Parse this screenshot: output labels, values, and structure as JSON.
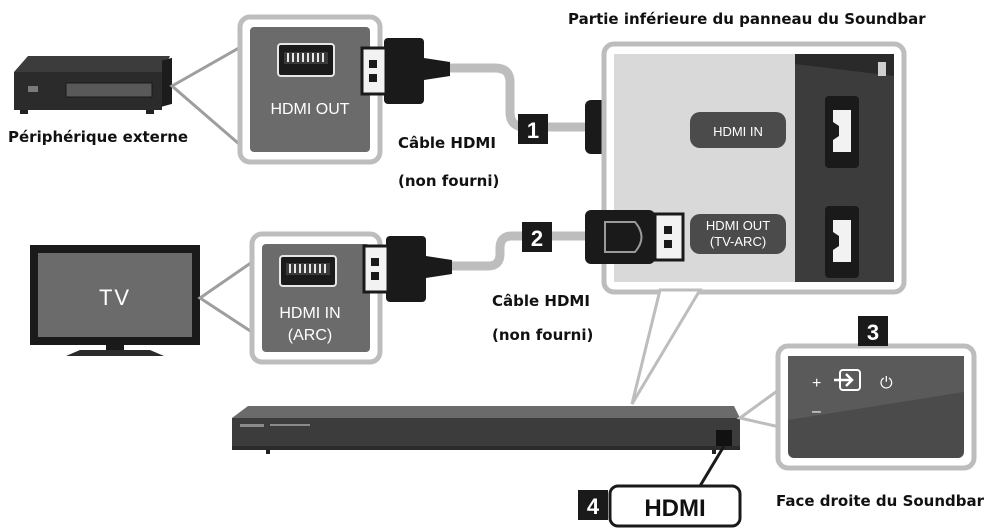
{
  "labels": {
    "panel_title": "Partie inférieure du panneau du Soundbar",
    "external_device": "Périphérique externe",
    "cable1_line1": "Câble HDMI",
    "cable1_line2": "(non fourni)",
    "cable2_line1": "Câble HDMI",
    "cable2_line2": "(non fourni)",
    "right_side": "Face droite du Soundbar"
  },
  "device_ports": {
    "external_out": "HDMI OUT",
    "tv_in_line1": "HDMI IN",
    "tv_in_line2": "(ARC)"
  },
  "tv": {
    "label": "TV"
  },
  "soundbar_panel": {
    "hdmi_in": "HDMI IN",
    "hdmi_out_line1": "HDMI OUT",
    "hdmi_out_line2": "(TV-ARC)"
  },
  "steps": {
    "one": "1",
    "two": "2",
    "three": "3",
    "four": "4"
  },
  "side_panel": {
    "plus": "+",
    "minus": "–",
    "power": "⏻"
  },
  "bottom_callout": {
    "hdmi": "HDMI"
  },
  "colors": {
    "panel_grey": "#d9d9d9",
    "port_box": "#6b6b6b",
    "cable": "#bdbdbd",
    "dark": "#2b2b2b"
  }
}
